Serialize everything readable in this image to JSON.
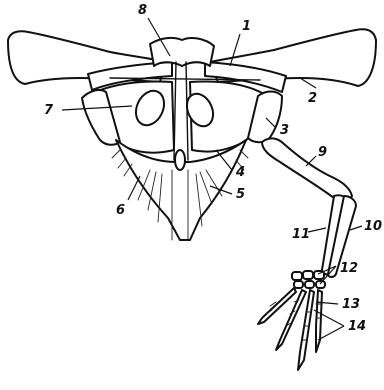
{
  "figure": {
    "labels": [
      "1",
      "2",
      "3",
      "4",
      "5",
      "6",
      "7",
      "8",
      "9",
      "10",
      "11",
      "12",
      "13",
      "14"
    ]
  }
}
